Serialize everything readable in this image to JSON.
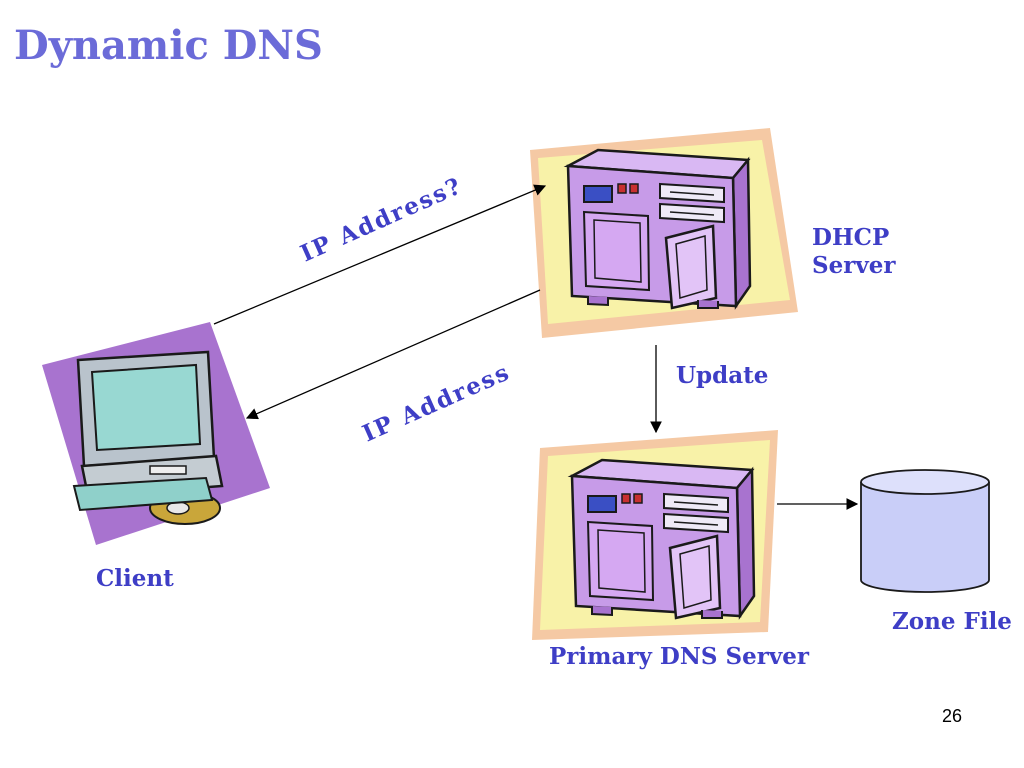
{
  "slide": {
    "title": "Dynamic DNS",
    "page_number": "26"
  },
  "diagram": {
    "nodes": {
      "client": {
        "label": "Client",
        "icon": "computer-icon"
      },
      "dhcp_server": {
        "label_line1": "DHCP",
        "label_line2": "Server",
        "icon": "server-icon"
      },
      "primary_dns": {
        "label": "Primary DNS Server",
        "icon": "server-icon"
      },
      "zone_file": {
        "label": "Zone File",
        "icon": "database-cylinder-icon"
      }
    },
    "edges": {
      "request": {
        "label": "IP Address?"
      },
      "response": {
        "label": "IP Address"
      },
      "update": {
        "label": "Update"
      }
    }
  },
  "colors": {
    "title": "#6b6bd8",
    "label": "#3e3ec6",
    "server_body": "#c79be8",
    "cylinder_fill": "#c9cef8"
  }
}
